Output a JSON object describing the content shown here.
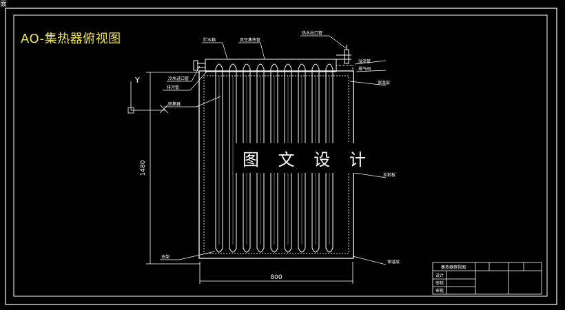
{
  "tab": {
    "label": "面"
  },
  "drawing": {
    "title": "AO-集热器俯视图",
    "watermark": "图 文 设 计",
    "dimensions": {
      "width_label": "800",
      "height_label": "1480"
    },
    "axis": {
      "y_label": "Y",
      "x_label": "X"
    },
    "labels": {
      "top1": "贮水箱",
      "top2": "真空集热管",
      "top3": "热水出口管",
      "left1": "冷水进口管",
      "left2": "排污管",
      "left3": "联集器",
      "left_bottom": "支架",
      "right1": "溢流管",
      "right2": "排气阀",
      "right3": "保温层",
      "right_mid": "反射板",
      "bottom_right": "保温层"
    },
    "title_block": {
      "name": "集热器俯视图",
      "rows": [
        "设计",
        "审核",
        "审批"
      ]
    }
  }
}
